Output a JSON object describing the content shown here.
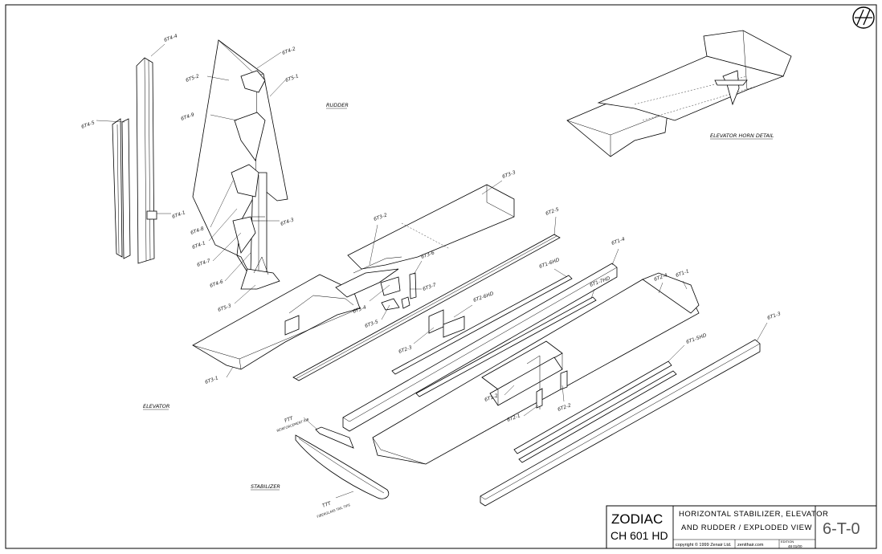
{
  "title_block": {
    "brand_line1": "ZODIAC",
    "brand_line2": "CH 601 HD",
    "title_line1": "HORIZONTAL STABILIZER, ELEVATOR",
    "title_line2": "AND RUDDER / EXPLODED VIEW",
    "copyright": "copyright © 1999 Zenair Ltd.",
    "website": "zenithair.com",
    "edition_label": "EDITION",
    "edition_date": "48 01/00",
    "drawing_number": "6-T-0"
  },
  "captions": {
    "rudder": "RUDDER",
    "elevator": "ELEVATOR",
    "stabilizer": "STABILIZER",
    "elevator_horn": "ELEVATOR HORN DETAIL"
  },
  "part_labels": {
    "p674_4": "6T4-4",
    "p674_5": "6T4-5",
    "p674_1": "6T4-1",
    "p674_2": "6T4-2",
    "p675_1": "6T5-1",
    "p675_2": "6T5-2",
    "p674_9": "6T4-9",
    "p674_3": "6T4-3",
    "p674_8": "6T4-8",
    "p674_1b": "6T4-1",
    "p674_7": "6T4-7",
    "p674_6": "6T4-6",
    "p675_3": "6T5-3",
    "p673_3": "6T3-3",
    "p673_2": "6T3-2",
    "p672_5": "6T2-5",
    "p673_6": "6T3-6",
    "p673_7": "6T3-7",
    "p673_4": "6T3-4",
    "p673_5": "6T3-5",
    "p672_6hd": "6T2-6HD",
    "p672_3": "6T2-3",
    "p673_1": "6T3-1",
    "p671_4": "6T1-4",
    "p671_6hd": "6T1-6HD",
    "p671_7hd": "6T1-7HD",
    "p672_4": "6T2-4",
    "p671_1": "6T1-1",
    "p671_5hd": "6T1-5HD",
    "p671_3": "6T1-3",
    "p671_2": "6T1-2",
    "p672_1": "6T2-1",
    "p672_2": "6T2-2",
    "pftt": "FTT",
    "pftt_note": "REINFORCEMENT RIB",
    "pttt": "TTT",
    "pttt_note": "FIBERGLASS TAIL TIPS"
  },
  "logo_icon": "zenith-logo-icon"
}
